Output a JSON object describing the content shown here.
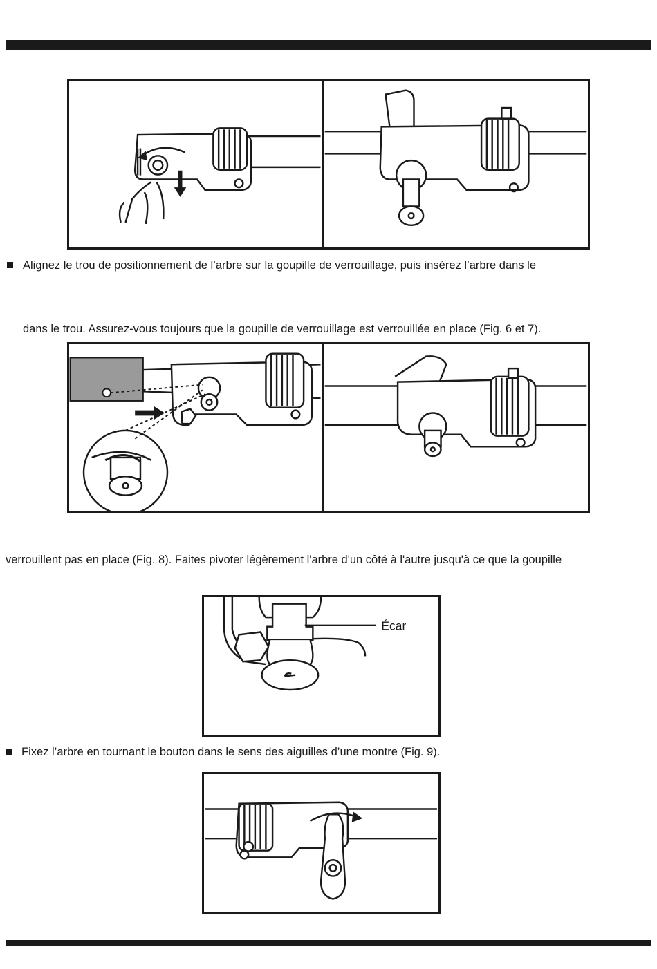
{
  "text": {
    "line1": "Alignez le trou de positionnement de l’arbre sur la goupille de verrouillage, puis insérez l’arbre dans le",
    "line2": "dans le trou. Assurez-vous toujours que la goupille de verrouillage est verrouillée en place (Fig. 6 et 7).",
    "line3": "verrouillent pas en place (Fig. 8). Faites pivoter légèrement l'arbre d'un côté à l'autre jusqu'à ce que la goupille",
    "line4": "Fixez l’arbre en tournant le bouton dans le sens des aiguilles d’une montre (Fig. 9).",
    "ecar_label": "Écar"
  },
  "icons": {
    "bullet": "black-square-bullet"
  }
}
